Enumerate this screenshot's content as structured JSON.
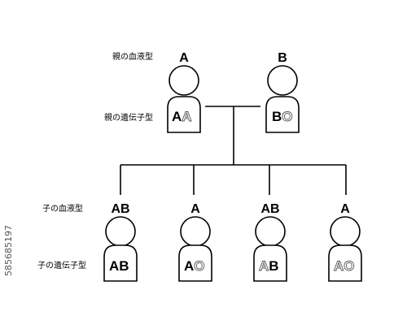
{
  "labels": {
    "parent_blood_type": "親の血液型",
    "parent_genotype": "親の遺伝子型",
    "child_blood_type": "子の血液型",
    "child_genotype": "子の遺伝子型"
  },
  "parents": [
    {
      "blood_type": "A",
      "genotype": [
        {
          "letter": "A",
          "dominant": true
        },
        {
          "letter": "A",
          "dominant": false
        }
      ]
    },
    {
      "blood_type": "B",
      "genotype": [
        {
          "letter": "B",
          "dominant": true
        },
        {
          "letter": "O",
          "dominant": false
        }
      ]
    }
  ],
  "children": [
    {
      "blood_type": "AB",
      "genotype": [
        {
          "letter": "A",
          "dominant": true
        },
        {
          "letter": "B",
          "dominant": true
        }
      ]
    },
    {
      "blood_type": "A",
      "genotype": [
        {
          "letter": "A",
          "dominant": true
        },
        {
          "letter": "O",
          "dominant": false
        }
      ]
    },
    {
      "blood_type": "AB",
      "genotype": [
        {
          "letter": "A",
          "dominant": false
        },
        {
          "letter": "B",
          "dominant": true
        }
      ]
    },
    {
      "blood_type": "A",
      "genotype": [
        {
          "letter": "A",
          "dominant": false
        },
        {
          "letter": "O",
          "dominant": false
        }
      ]
    }
  ],
  "watermark": {
    "text": "585685197"
  },
  "colors": {
    "line": "#000000",
    "dominant_fill": "#000000",
    "recessive_outline": "#555555"
  }
}
